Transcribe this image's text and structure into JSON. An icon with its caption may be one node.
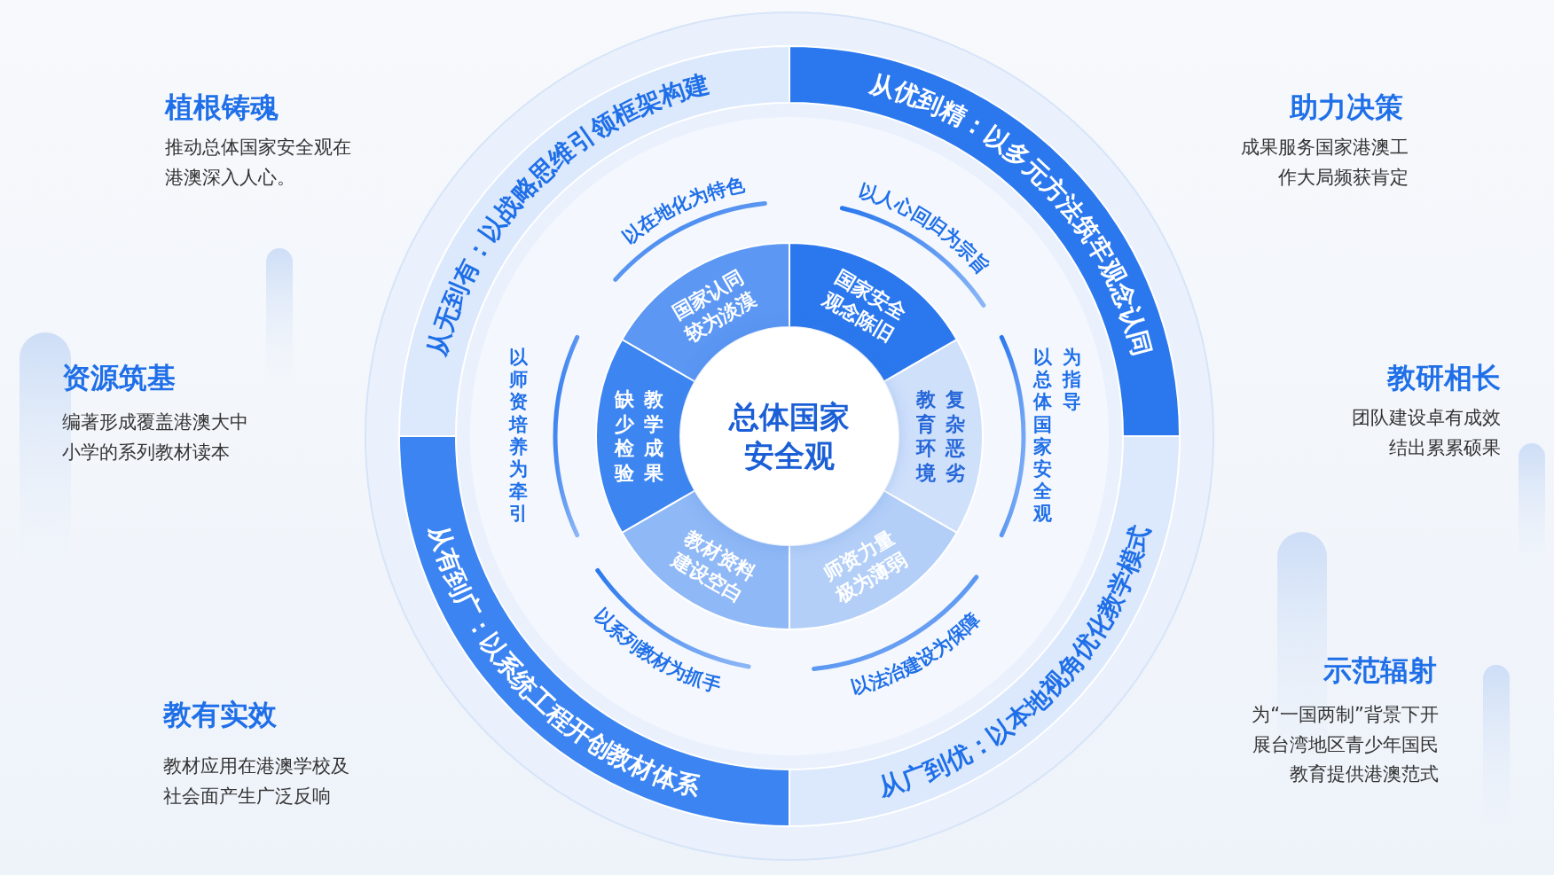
{
  "diagram": {
    "nodes": [
      {
        "text": [
          "总体国家安全观"
        ]
      },
      {
        "text": [
          "国家认同较为淡漠"
        ]
      },
      {
        "text": [
          "国家安全观念陈旧"
        ]
      },
      {
        "text": [
          "教学成果缺少检验"
        ]
      },
      {
        "text": [
          "复杂恶劣教育环境"
        ]
      },
      {
        "text": [
          "教材资料建设空白"
        ]
      },
      {
        "text": [
          "师资力量极为薄弱"
        ]
      },
      {
        "text": [
          "从无到有：以战略思维引领框架构建"
        ]
      },
      {
        "text": [
          "从优到精：以多元方法筑牢观念认同"
        ]
      },
      {
        "text": [
          "从有到广：以系统工程开创教材体系"
        ]
      },
      {
        "text": [
          "从广到优：以本地视角优化教学模式"
        ]
      }
    ],
    "labels": [
      "植根铸魂",
      "推动总体国家安全观在港澳深入人心。",
      "助力决策",
      "成果服务国家港澳工作大局频获肯定",
      "以在地化为特色",
      "以人心回归为宗旨",
      "资源筑基",
      "编著形成覆盖港澳大中小学的系列教材读本",
      "以师资培养为牵引",
      "以总体国家安全观为指导",
      "教研相长",
      "团队建设卓有成效结出累累硕果",
      "以系列教材为抓手",
      "以法治建设为保障",
      "示范辐射",
      "为“一国两制”背景下开展台湾地区青少年国民教育提供港澳范式",
      "教有实效",
      "教材应用在港澳学校及社会面产生广泛反响"
    ]
  }
}
